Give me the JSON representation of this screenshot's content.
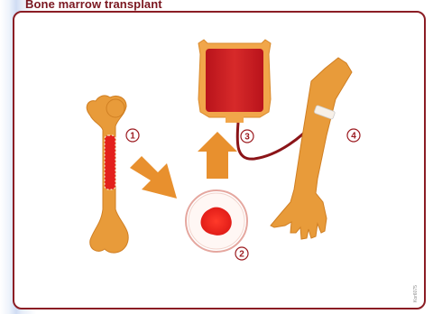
{
  "title": "Bone marrow transplant",
  "labels": {
    "step1": "1",
    "step2": "2",
    "step3": "3",
    "step4": "4"
  },
  "credit": "Kor6075"
}
